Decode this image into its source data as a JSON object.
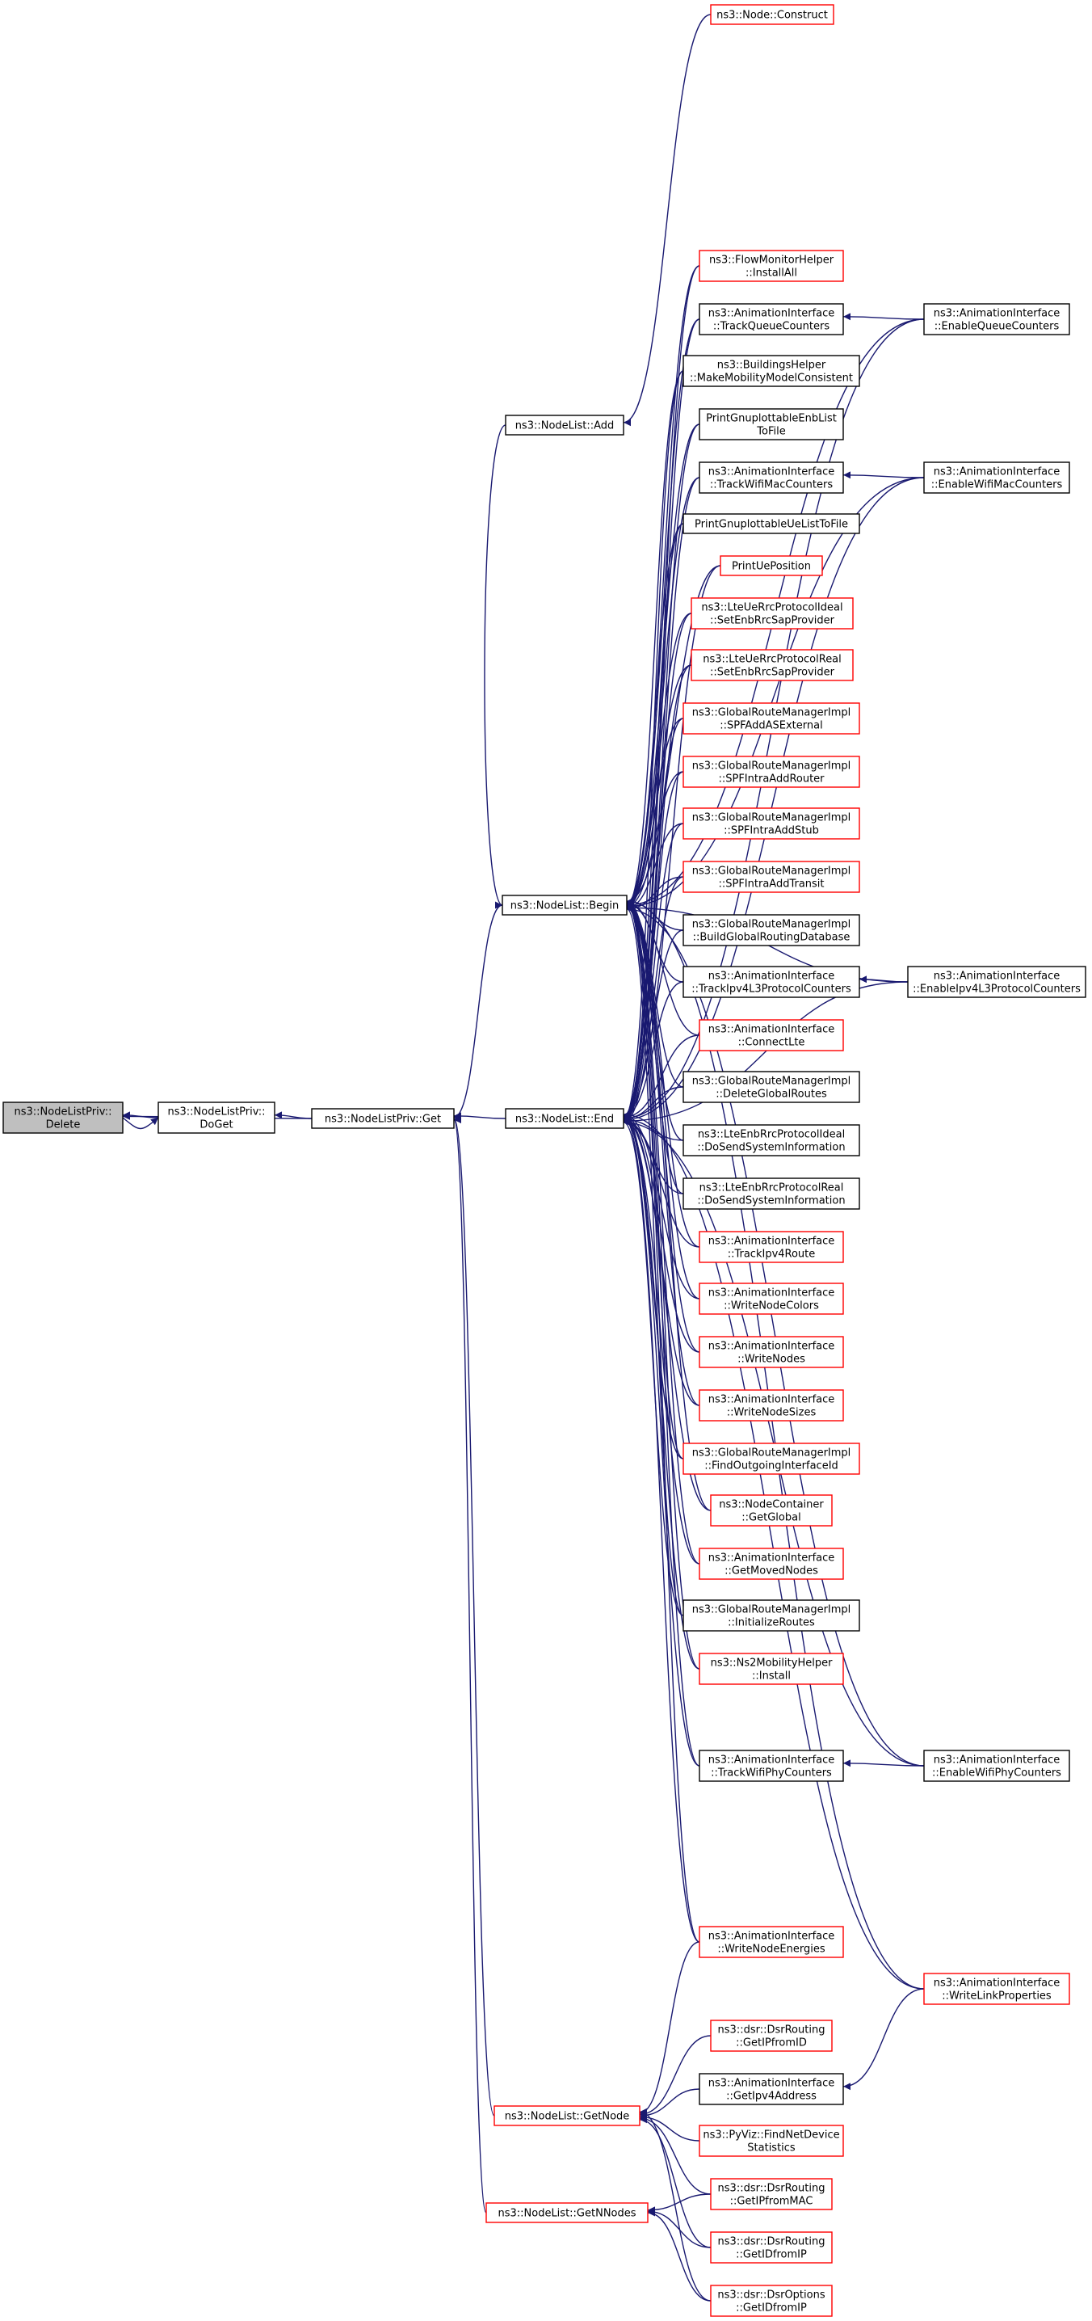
{
  "colors": {
    "edge": "#191970",
    "normal_border": "#000000",
    "red_border": "#ff0000",
    "focus_fill": "#bfbfbf"
  },
  "nodes": [
    {
      "id": "delete",
      "lines": [
        "ns3::NodeListPriv::",
        "Delete"
      ],
      "style": "focus"
    },
    {
      "id": "doget",
      "lines": [
        "ns3::NodeListPriv::",
        "DoGet"
      ],
      "style": "normal"
    },
    {
      "id": "get",
      "lines": [
        "ns3::NodeListPriv::Get"
      ],
      "style": "normal"
    },
    {
      "id": "nodelist_end",
      "lines": [
        "ns3::NodeList::End"
      ],
      "style": "normal"
    },
    {
      "id": "nodelist_begin",
      "lines": [
        "ns3::NodeList::Begin"
      ],
      "style": "normal"
    },
    {
      "id": "nodelist_add",
      "lines": [
        "ns3::NodeList::Add"
      ],
      "style": "normal"
    },
    {
      "id": "node_construct",
      "lines": [
        "ns3::Node::Construct"
      ],
      "style": "red"
    },
    {
      "id": "getnode",
      "lines": [
        "ns3::NodeList::GetNode"
      ],
      "style": "red"
    },
    {
      "id": "getnnodes",
      "lines": [
        "ns3::NodeList::GetNNodes"
      ],
      "style": "red"
    },
    {
      "id": "flowmon",
      "lines": [
        "ns3::FlowMonitorHelper",
        "::InstallAll"
      ],
      "style": "red"
    },
    {
      "id": "trackqueue",
      "lines": [
        "ns3::AnimationInterface",
        "::TrackQueueCounters"
      ],
      "style": "normal"
    },
    {
      "id": "buildings",
      "lines": [
        "ns3::BuildingsHelper",
        "::MakeMobilityModelConsistent"
      ],
      "style": "normal"
    },
    {
      "id": "printenb",
      "lines": [
        "PrintGnuplottableEnbList",
        "ToFile"
      ],
      "style": "normal"
    },
    {
      "id": "trackwifimac",
      "lines": [
        "ns3::AnimationInterface",
        "::TrackWifiMacCounters"
      ],
      "style": "normal"
    },
    {
      "id": "printue",
      "lines": [
        "PrintGnuplottableUeListToFile"
      ],
      "style": "normal"
    },
    {
      "id": "printuepos",
      "lines": [
        "PrintUePosition"
      ],
      "style": "red"
    },
    {
      "id": "lteueideal",
      "lines": [
        "ns3::LteUeRrcProtocolIdeal",
        "::SetEnbRrcSapProvider"
      ],
      "style": "red"
    },
    {
      "id": "ltuereal",
      "lines": [
        "ns3::LteUeRrcProtocolReal",
        "::SetEnbRrcSapProvider"
      ],
      "style": "red"
    },
    {
      "id": "spfext",
      "lines": [
        "ns3::GlobalRouteManagerImpl",
        "::SPFAddASExternal"
      ],
      "style": "red"
    },
    {
      "id": "spfrouter",
      "lines": [
        "ns3::GlobalRouteManagerImpl",
        "::SPFIntraAddRouter"
      ],
      "style": "red"
    },
    {
      "id": "spfstub",
      "lines": [
        "ns3::GlobalRouteManagerImpl",
        "::SPFIntraAddStub"
      ],
      "style": "red"
    },
    {
      "id": "spftransit",
      "lines": [
        "ns3::GlobalRouteManagerImpl",
        "::SPFIntraAddTransit"
      ],
      "style": "red"
    },
    {
      "id": "buildglobal",
      "lines": [
        "ns3::GlobalRouteManagerImpl",
        "::BuildGlobalRoutingDatabase"
      ],
      "style": "normal"
    },
    {
      "id": "trackipv4l3",
      "lines": [
        "ns3::AnimationInterface",
        "::TrackIpv4L3ProtocolCounters"
      ],
      "style": "normal"
    },
    {
      "id": "connectlte",
      "lines": [
        "ns3::AnimationInterface",
        "::ConnectLte"
      ],
      "style": "red"
    },
    {
      "id": "deleteglobal",
      "lines": [
        "ns3::GlobalRouteManagerImpl",
        "::DeleteGlobalRoutes"
      ],
      "style": "normal"
    },
    {
      "id": "enbideal",
      "lines": [
        "ns3::LteEnbRrcProtocolIdeal",
        "::DoSendSystemInformation"
      ],
      "style": "normal"
    },
    {
      "id": "enbreal",
      "lines": [
        "ns3::LteEnbRrcProtocolReal",
        "::DoSendSystemInformation"
      ],
      "style": "normal"
    },
    {
      "id": "trackipv4route",
      "lines": [
        "ns3::AnimationInterface",
        "::TrackIpv4Route"
      ],
      "style": "red"
    },
    {
      "id": "writecolors",
      "lines": [
        "ns3::AnimationInterface",
        "::WriteNodeColors"
      ],
      "style": "red"
    },
    {
      "id": "writenodes",
      "lines": [
        "ns3::AnimationInterface",
        "::WriteNodes"
      ],
      "style": "red"
    },
    {
      "id": "writesizes",
      "lines": [
        "ns3::AnimationInterface",
        "::WriteNodeSizes"
      ],
      "style": "red"
    },
    {
      "id": "findoutgoing",
      "lines": [
        "ns3::GlobalRouteManagerImpl",
        "::FindOutgoingInterfaceId"
      ],
      "style": "red"
    },
    {
      "id": "nodecontainer",
      "lines": [
        "ns3::NodeContainer",
        "::GetGlobal"
      ],
      "style": "red"
    },
    {
      "id": "getmoved",
      "lines": [
        "ns3::AnimationInterface",
        "::GetMovedNodes"
      ],
      "style": "red"
    },
    {
      "id": "initroutes",
      "lines": [
        "ns3::GlobalRouteManagerImpl",
        "::InitializeRoutes"
      ],
      "style": "normal"
    },
    {
      "id": "ns2",
      "lines": [
        "ns3::Ns2MobilityHelper",
        "::Install"
      ],
      "style": "red"
    },
    {
      "id": "trackwifiphy",
      "lines": [
        "ns3::AnimationInterface",
        "::TrackWifiPhyCounters"
      ],
      "style": "normal"
    },
    {
      "id": "writeenergies",
      "lines": [
        "ns3::AnimationInterface",
        "::WriteNodeEnergies"
      ],
      "style": "red"
    },
    {
      "id": "dsrgetipid",
      "lines": [
        "ns3::dsr::DsrRouting",
        "::GetIPfromID"
      ],
      "style": "red"
    },
    {
      "id": "getipv4addr",
      "lines": [
        "ns3::AnimationInterface",
        "::GetIpv4Address"
      ],
      "style": "normal"
    },
    {
      "id": "pyviz",
      "lines": [
        "ns3::PyViz::FindNetDevice",
        "Statistics"
      ],
      "style": "red"
    },
    {
      "id": "dsrgetipmac",
      "lines": [
        "ns3::dsr::DsrRouting",
        "::GetIPfromMAC"
      ],
      "style": "red"
    },
    {
      "id": "dsrgetidip",
      "lines": [
        "ns3::dsr::DsrRouting",
        "::GetIDfromIP"
      ],
      "style": "red"
    },
    {
      "id": "dsroptions",
      "lines": [
        "ns3::dsr::DsrOptions",
        "::GetIDfromIP"
      ],
      "style": "red"
    },
    {
      "id": "enablequeue",
      "lines": [
        "ns3::AnimationInterface",
        "::EnableQueueCounters"
      ],
      "style": "normal"
    },
    {
      "id": "enablewifimac",
      "lines": [
        "ns3::AnimationInterface",
        "::EnableWifiMacCounters"
      ],
      "style": "normal"
    },
    {
      "id": "enableipv4l3",
      "lines": [
        "ns3::AnimationInterface",
        "::EnableIpv4L3ProtocolCounters"
      ],
      "style": "normal"
    },
    {
      "id": "enablewifiphy",
      "lines": [
        "ns3::AnimationInterface",
        "::EnableWifiPhyCounters"
      ],
      "style": "normal"
    },
    {
      "id": "writelink",
      "lines": [
        "ns3::AnimationInterface",
        "::WriteLinkProperties"
      ],
      "style": "red"
    }
  ],
  "edges": [
    [
      "delete",
      "doget"
    ],
    [
      "doget",
      "delete"
    ],
    [
      "delete",
      "get"
    ],
    [
      "doget",
      "get"
    ],
    [
      "get",
      "nodelist_end"
    ],
    [
      "get",
      "nodelist_begin"
    ],
    [
      "get",
      "getnode"
    ],
    [
      "get",
      "getnnodes"
    ],
    [
      "nodelist_begin",
      "nodelist_add"
    ],
    [
      "nodelist_add",
      "node_construct"
    ],
    [
      "nodelist_begin",
      "flowmon"
    ],
    [
      "nodelist_begin",
      "trackqueue"
    ],
    [
      "nodelist_begin",
      "buildings"
    ],
    [
      "nodelist_begin",
      "printenb"
    ],
    [
      "nodelist_begin",
      "trackwifimac"
    ],
    [
      "nodelist_begin",
      "printue"
    ],
    [
      "nodelist_begin",
      "printuepos"
    ],
    [
      "nodelist_begin",
      "lteueideal"
    ],
    [
      "nodelist_begin",
      "ltuereal"
    ],
    [
      "nodelist_begin",
      "spfext"
    ],
    [
      "nodelist_begin",
      "spfrouter"
    ],
    [
      "nodelist_begin",
      "spfstub"
    ],
    [
      "nodelist_begin",
      "spftransit"
    ],
    [
      "nodelist_begin",
      "buildglobal"
    ],
    [
      "nodelist_begin",
      "trackipv4l3"
    ],
    [
      "nodelist_begin",
      "connectlte"
    ],
    [
      "nodelist_begin",
      "deleteglobal"
    ],
    [
      "nodelist_begin",
      "enbideal"
    ],
    [
      "nodelist_begin",
      "enbreal"
    ],
    [
      "nodelist_begin",
      "trackipv4route"
    ],
    [
      "nodelist_begin",
      "writecolors"
    ],
    [
      "nodelist_begin",
      "writenodes"
    ],
    [
      "nodelist_begin",
      "writesizes"
    ],
    [
      "nodelist_begin",
      "findoutgoing"
    ],
    [
      "nodelist_begin",
      "nodecontainer"
    ],
    [
      "nodelist_begin",
      "getmoved"
    ],
    [
      "nodelist_begin",
      "initroutes"
    ],
    [
      "nodelist_begin",
      "ns2"
    ],
    [
      "nodelist_begin",
      "trackwifiphy"
    ],
    [
      "nodelist_begin",
      "writeenergies"
    ],
    [
      "nodelist_begin",
      "enablequeue"
    ],
    [
      "nodelist_begin",
      "enablewifimac"
    ],
    [
      "nodelist_begin",
      "enableipv4l3"
    ],
    [
      "nodelist_begin",
      "enablewifiphy"
    ],
    [
      "nodelist_begin",
      "writelink"
    ],
    [
      "nodelist_end",
      "flowmon"
    ],
    [
      "nodelist_end",
      "trackqueue"
    ],
    [
      "nodelist_end",
      "buildings"
    ],
    [
      "nodelist_end",
      "printenb"
    ],
    [
      "nodelist_end",
      "trackwifimac"
    ],
    [
      "nodelist_end",
      "printue"
    ],
    [
      "nodelist_end",
      "printuepos"
    ],
    [
      "nodelist_end",
      "lteueideal"
    ],
    [
      "nodelist_end",
      "ltuereal"
    ],
    [
      "nodelist_end",
      "spfext"
    ],
    [
      "nodelist_end",
      "spfrouter"
    ],
    [
      "nodelist_end",
      "spfstub"
    ],
    [
      "nodelist_end",
      "spftransit"
    ],
    [
      "nodelist_end",
      "buildglobal"
    ],
    [
      "nodelist_end",
      "trackipv4l3"
    ],
    [
      "nodelist_end",
      "connectlte"
    ],
    [
      "nodelist_end",
      "deleteglobal"
    ],
    [
      "nodelist_end",
      "enbideal"
    ],
    [
      "nodelist_end",
      "enbreal"
    ],
    [
      "nodelist_end",
      "trackipv4route"
    ],
    [
      "nodelist_end",
      "writecolors"
    ],
    [
      "nodelist_end",
      "writenodes"
    ],
    [
      "nodelist_end",
      "writesizes"
    ],
    [
      "nodelist_end",
      "findoutgoing"
    ],
    [
      "nodelist_end",
      "nodecontainer"
    ],
    [
      "nodelist_end",
      "getmoved"
    ],
    [
      "nodelist_end",
      "initroutes"
    ],
    [
      "nodelist_end",
      "ns2"
    ],
    [
      "nodelist_end",
      "trackwifiphy"
    ],
    [
      "nodelist_end",
      "writeenergies"
    ],
    [
      "nodelist_end",
      "enablequeue"
    ],
    [
      "nodelist_end",
      "enablewifimac"
    ],
    [
      "nodelist_end",
      "enableipv4l3"
    ],
    [
      "nodelist_end",
      "enablewifiphy"
    ],
    [
      "nodelist_end",
      "writelink"
    ],
    [
      "trackqueue",
      "enablequeue"
    ],
    [
      "trackwifimac",
      "enablewifimac"
    ],
    [
      "trackipv4l3",
      "enableipv4l3"
    ],
    [
      "trackwifiphy",
      "enablewifiphy"
    ],
    [
      "getnode",
      "writeenergies"
    ],
    [
      "getnode",
      "dsrgetipid"
    ],
    [
      "getnode",
      "getipv4addr"
    ],
    [
      "getnode",
      "pyviz"
    ],
    [
      "getnode",
      "dsrgetipmac"
    ],
    [
      "getnode",
      "dsrgetidip"
    ],
    [
      "getnode",
      "dsroptions"
    ],
    [
      "getnnodes",
      "dsrgetipmac"
    ],
    [
      "getnnodes",
      "dsrgetidip"
    ],
    [
      "getnnodes",
      "dsroptions"
    ],
    [
      "getipv4addr",
      "writelink"
    ]
  ]
}
